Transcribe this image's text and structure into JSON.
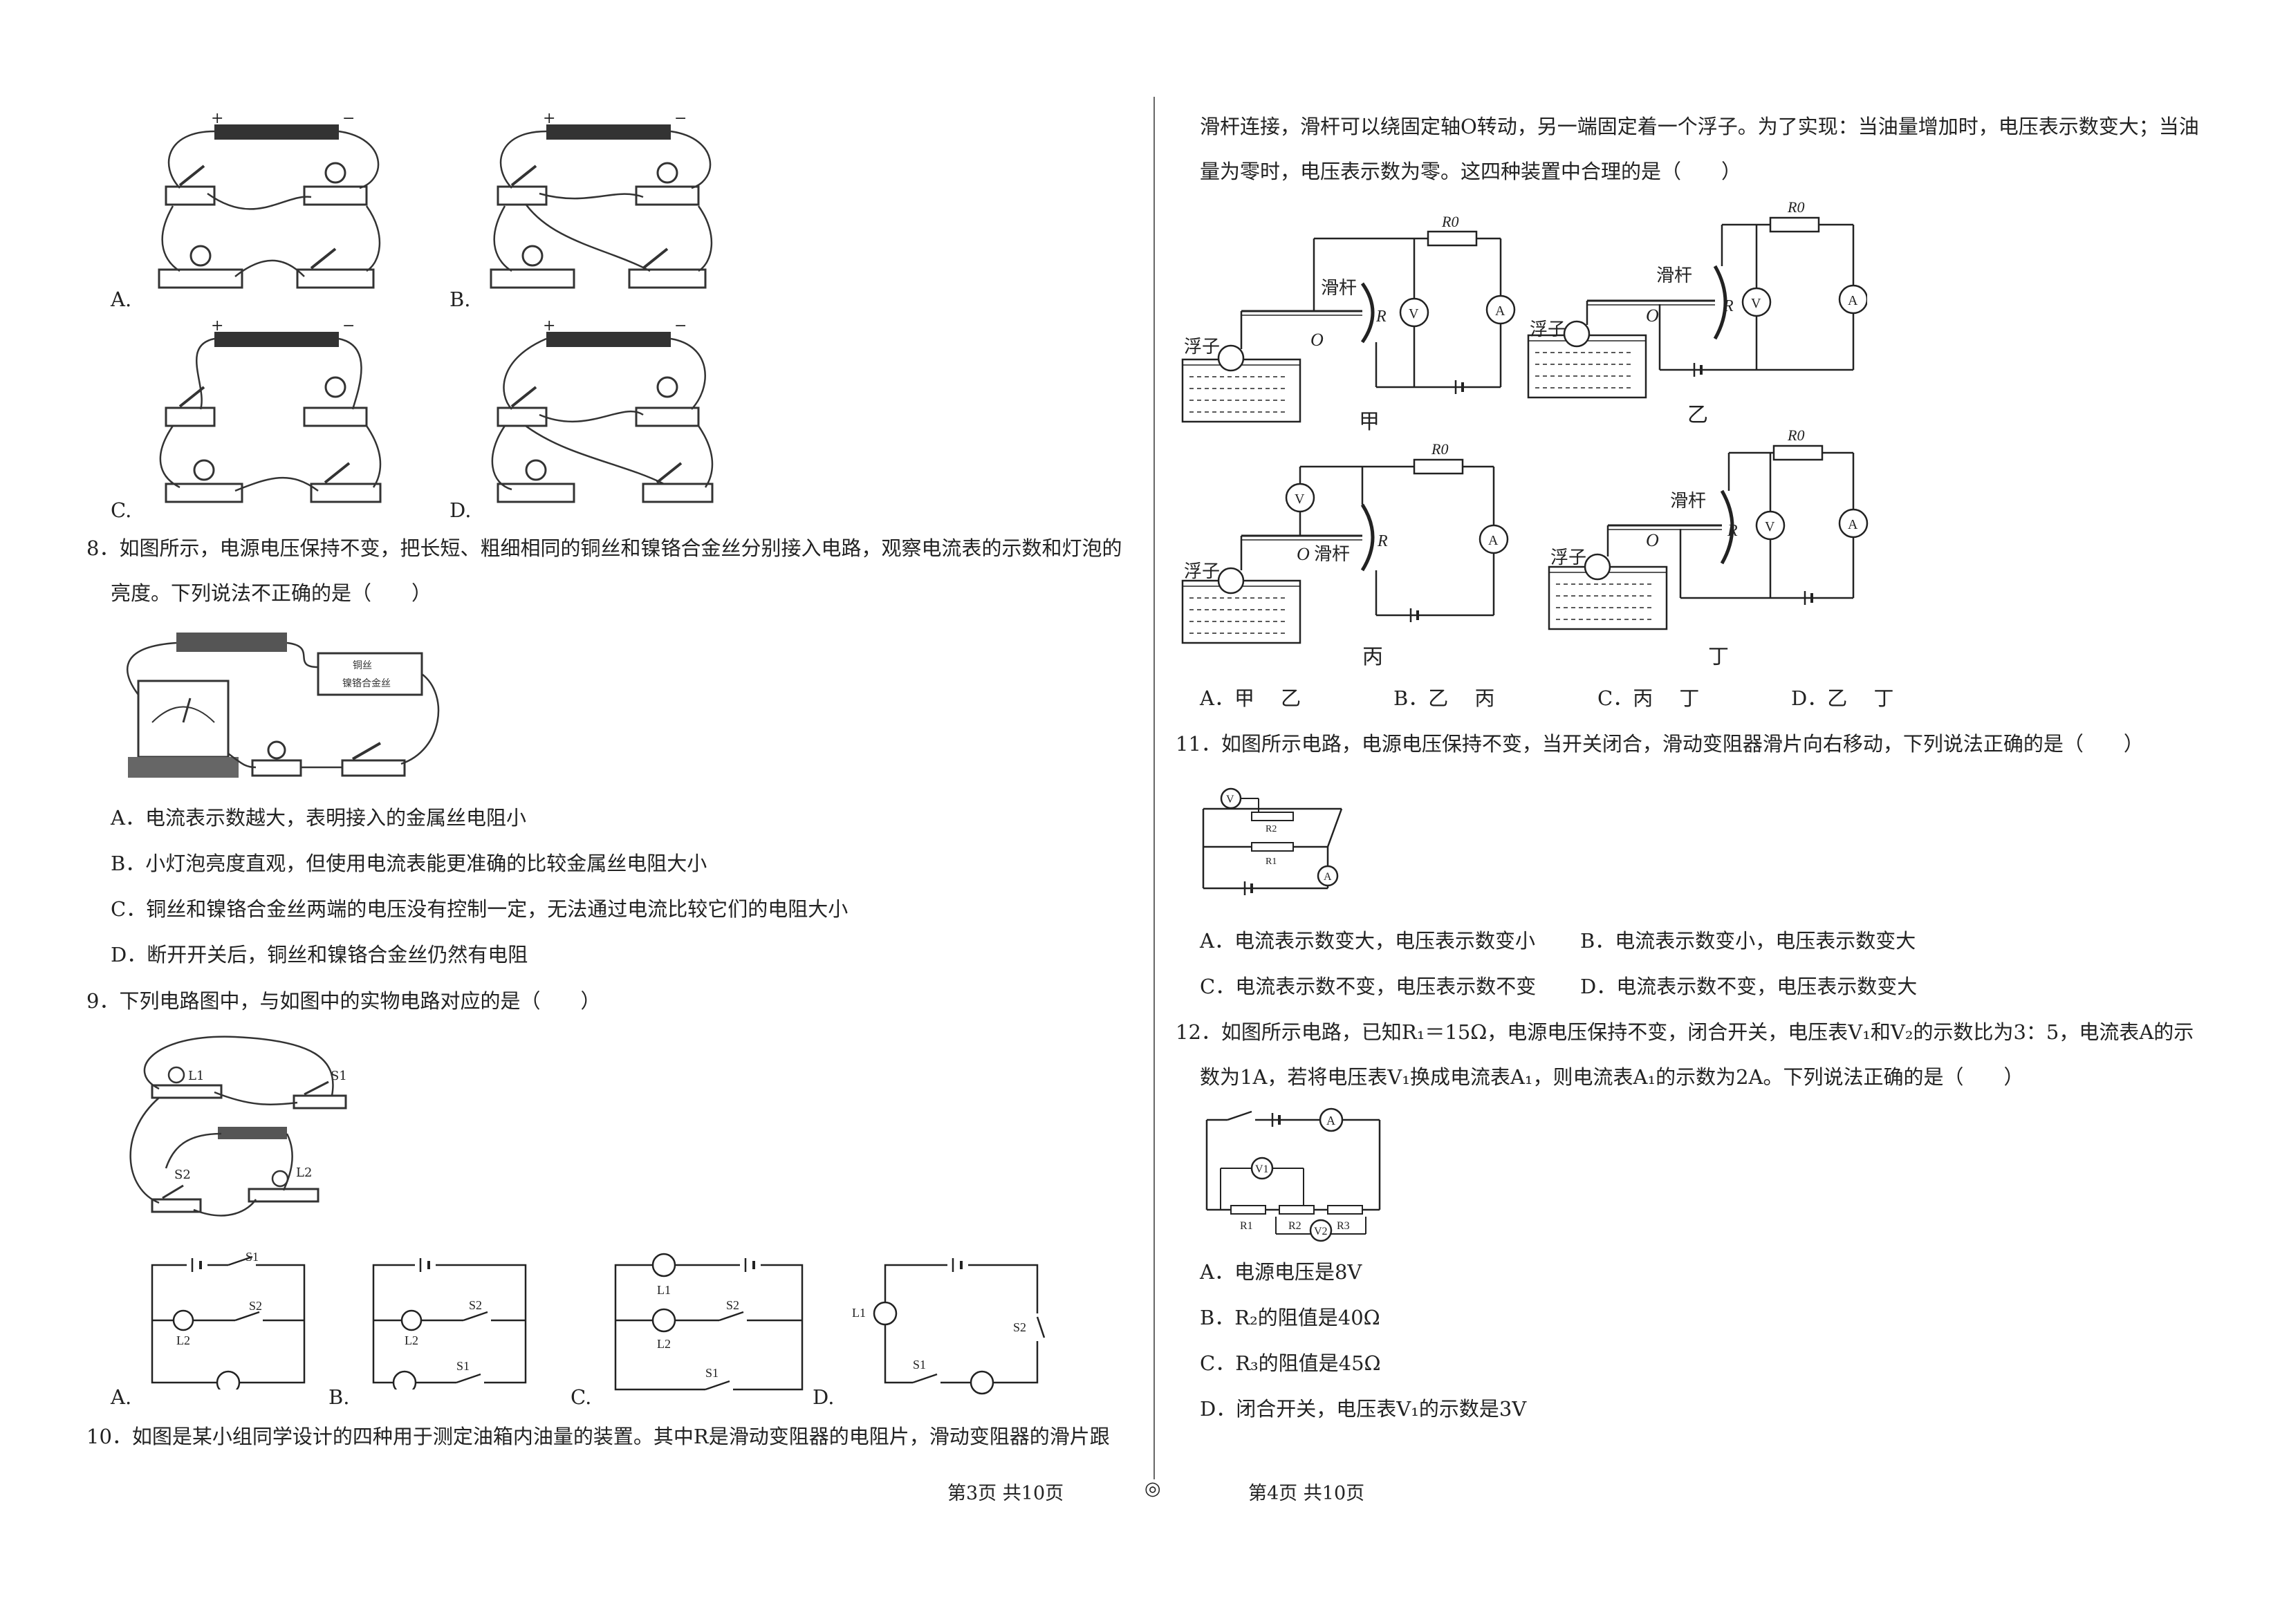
{
  "left": {
    "q7_opts": {
      "a": "A.",
      "b": "B.",
      "c": "C.",
      "d": "D."
    },
    "q8": {
      "line1": "8．如图所示，电源电压保持不变，把长短、粗细相同的铜丝和镍铬合金丝分别接入电路，观察电流表的示数和灯泡的",
      "line2": "亮度。下列说法不正确的是（　　）",
      "board_label1": "铜丝",
      "board_label2": "镍铬合金丝",
      "opt_a": "A．电流表示数越大，表明接入的金属丝电阻小",
      "opt_b": "B．小灯泡亮度直观，但使用电流表能更准确的比较金属丝电阻大小",
      "opt_c": "C．铜丝和镍铬合金丝两端的电压没有控制一定，无法通过电流比较它们的电阻大小",
      "opt_d": "D．断开开关后，铜丝和镍铬合金丝仍然有电阻"
    },
    "q9": {
      "line1": "9．下列电路图中，与如图中的实物电路对应的是（　　）",
      "L1": "L1",
      "L2": "L2",
      "S1": "S1",
      "S2": "S2",
      "opt_a": "A.",
      "opt_b": "B.",
      "opt_c": "C.",
      "opt_d": "D."
    },
    "q10_line1": "10．如图是某小组同学设计的四种用于测定油箱内油量的装置。其中R是滑动变阻器的电阻片，滑动变阻器的滑片跟"
  },
  "right": {
    "q10": {
      "line2": "滑杆连接，滑杆可以绕固定轴O转动，另一端固定着一个浮子。为了实现：当油量增加时，电压表示数变大；当油",
      "line3": "量为零时，电压表示数为零。这四种装置中合理的是（　　）",
      "labels": {
        "float": "浮子",
        "rod": "滑杆",
        "O": "O",
        "R": "R",
        "R0": "R0",
        "V": "V",
        "A": "A"
      },
      "fig_names": [
        "甲",
        "乙",
        "丙",
        "丁"
      ],
      "opt_a": "A．甲　 乙",
      "opt_b": "B．乙　 丙",
      "opt_c": "C．丙　 丁",
      "opt_d": "D．乙　 丁"
    },
    "q11": {
      "line1": "11．如图所示电路，电源电压保持不变，当开关闭合，滑动变阻器滑片向右移动，下列说法正确的是（　　）",
      "labels": {
        "V": "V",
        "A": "A",
        "R2": "R2",
        "R1": "R1"
      },
      "opt_a": "A．电流表示数变大，电压表示数变小",
      "opt_b": "B．电流表示数变小，电压表示数变大",
      "opt_c": "C．电流表示数不变，电压表示数不变",
      "opt_d": "D．电流表示数不变，电压表示数变大"
    },
    "q12": {
      "line1": "12．如图所示电路，已知R₁＝15Ω，电源电压保持不变，闭合开关，电压表V₁和V₂的示数比为3：5，电流表A的示",
      "line2": "数为1A，若将电压表V₁换成电流表A₁，则电流表A₁的示数为2A。下列说法正确的是（　　）",
      "labels": {
        "A": "A",
        "V1": "V1",
        "V2": "V2",
        "R1": "R1",
        "R2": "R2",
        "R3": "R3"
      },
      "opt_a": "A．电源电压是8V",
      "opt_b": "B．R₂的阻值是40Ω",
      "opt_c": "C．R₃的阻值是45Ω",
      "opt_d": "D．闭合开关，电压表V₁的示数是3V"
    }
  },
  "footer": {
    "left": "第3页  共10页",
    "center": "◎",
    "right": "第4页  共10页"
  }
}
